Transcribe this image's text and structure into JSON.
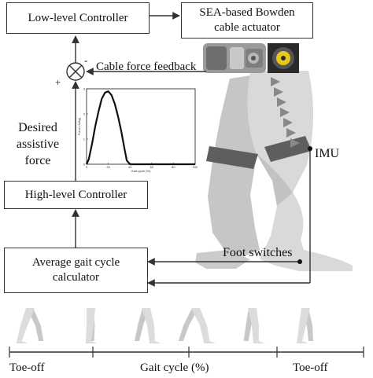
{
  "blocks": {
    "low_level": "Low-level Controller",
    "actuator_line1": "SEA-based Bowden",
    "actuator_line2": "cable actuator",
    "high_level": "High-level Controller",
    "avg_line1": "Average gait cycle",
    "avg_line2": "calculator"
  },
  "labels": {
    "cable_feedback": "Cable force feedback",
    "desired_line1": "Desired",
    "desired_line2": "assistive",
    "desired_line3": "force",
    "imu": "IMU",
    "foot_switches": "Foot switches",
    "minus_sign": "-",
    "plus_sign": "+"
  },
  "axis": {
    "left": "Toe-off",
    "center": "Gait cycle (%)",
    "right": "Toe-off"
  },
  "chart_data": {
    "type": "line",
    "xlabel": "Gait cycle (%)",
    "ylabel": "Force (N/kg)",
    "xlim": [
      0,
      100
    ],
    "ylim": [
      0,
      3
    ],
    "x_ticks": [
      "0",
      "20",
      "40",
      "60",
      "80",
      "100"
    ],
    "y_ticks": [
      "0",
      "1",
      "2",
      "3"
    ],
    "x": [
      0,
      2,
      5,
      8,
      11,
      14,
      17,
      20,
      23,
      26,
      29,
      32,
      35,
      37,
      40,
      50,
      60,
      70,
      80,
      90,
      100
    ],
    "y": [
      0,
      0.2,
      0.8,
      1.5,
      2.1,
      2.6,
      2.85,
      2.9,
      2.75,
      2.4,
      1.9,
      1.3,
      0.6,
      0.15,
      0,
      0,
      0,
      0,
      0,
      0,
      0
    ]
  },
  "colors": {
    "line": "#333333",
    "leg": "#d6d6d6",
    "leg_shadow": "#b4b4b4",
    "band": "#5e5e5e",
    "actuator_metal": "#9a9a9a",
    "sensor_yellow": "#e8c81c"
  }
}
